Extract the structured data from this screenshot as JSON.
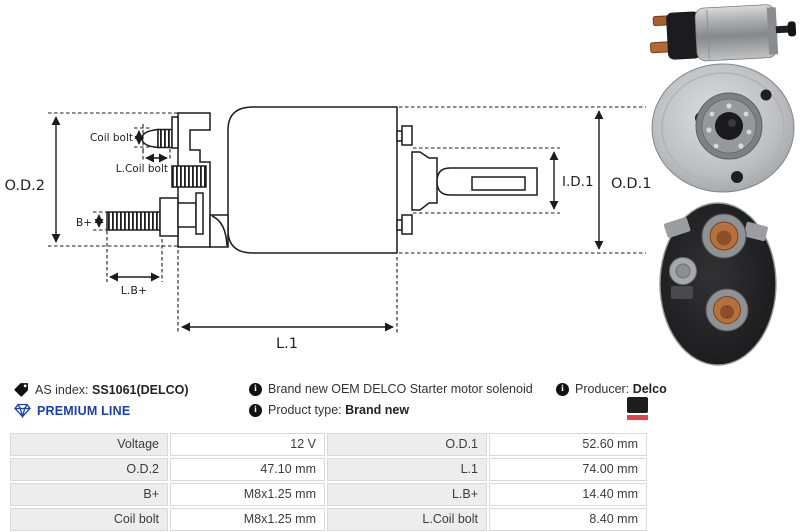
{
  "diagram": {
    "labels": {
      "od2": "O.D.2",
      "od1": "O.D.1",
      "id1": "I.D.1",
      "l1": "L.1",
      "coil_bolt": "Coil bolt",
      "l_coil_bolt": "L.Coil bolt",
      "b_plus": "B+",
      "l_b_plus": "L.B+"
    }
  },
  "info": {
    "as_index_label": "AS index:",
    "as_index_value": "SS1061(DELCO)",
    "description": "Brand new OEM DELCO Starter motor solenoid",
    "producer_label": "Producer:",
    "producer_value": "Delco",
    "premium_line": "PREMIUM LINE",
    "product_type_label": "Product type:",
    "product_type_value": "Brand new",
    "info_icon_glyph": "i"
  },
  "icons": {
    "as_index": "tag-icon",
    "description": "info-icon",
    "producer": "info-icon",
    "product_type": "info-icon",
    "premium": "diamond-icon",
    "brand": "brand-logo-block"
  },
  "colors": {
    "premium_blue": "#1b3faa",
    "logo_black": "#1d1d1f",
    "logo_red": "#e8404a",
    "table_label_bg": "#ededed",
    "table_border": "#d9d9d9",
    "line_color": "#1c1c1c"
  },
  "specs": {
    "rows": [
      {
        "label": "Voltage",
        "value": "12 V",
        "label2": "O.D.1",
        "value2": "52.60 mm"
      },
      {
        "label": "O.D.2",
        "value": "47.10 mm",
        "label2": "L.1",
        "value2": "74.00 mm"
      },
      {
        "label": "B+",
        "value": "M8x1.25 mm",
        "label2": "L.B+",
        "value2": "14.40 mm"
      },
      {
        "label": "Coil bolt",
        "value": "M8x1.25 mm",
        "label2": "L.Coil bolt",
        "value2": "8.40 mm"
      }
    ]
  }
}
